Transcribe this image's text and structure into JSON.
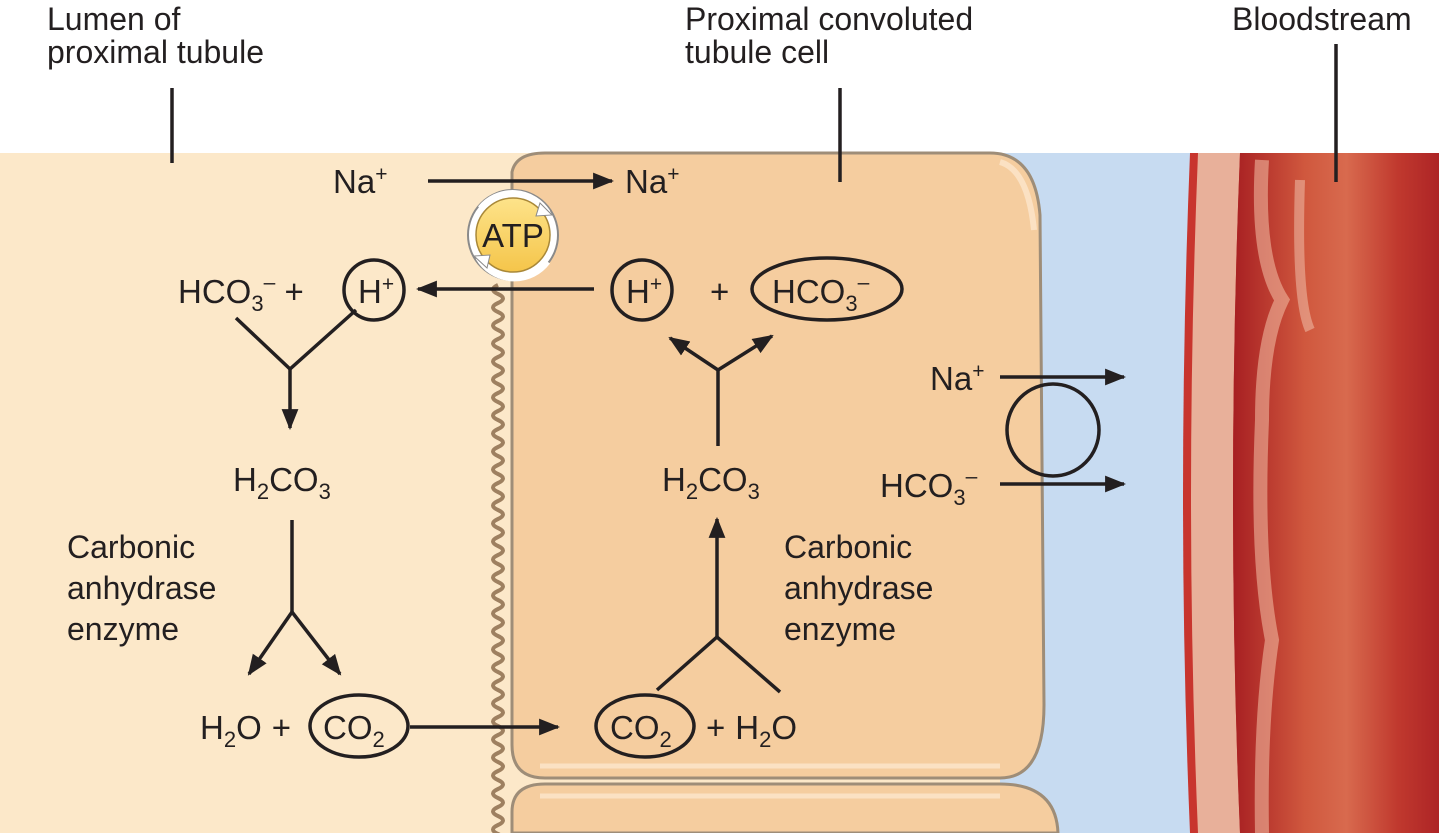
{
  "labels": {
    "lumen": [
      "Lumen of",
      "proximal tubule"
    ],
    "cell": [
      "Proximal convoluted",
      "tubule cell"
    ],
    "blood": "Bloodstream",
    "enzyme": [
      "Carbonic",
      "anhydrase",
      "enzyme"
    ]
  },
  "species": {
    "na": "Na",
    "h": "H",
    "hco3_base": "HCO",
    "h2co3_parts": [
      "H",
      "2",
      "CO",
      "3"
    ],
    "h2o_parts": [
      "H",
      "2",
      "O"
    ],
    "co2_parts": [
      "CO",
      "2"
    ],
    "plus_charge": "+",
    "minus_charge": "–",
    "sub3": "3",
    "plus": "+",
    "atp": "ATP"
  },
  "colors": {
    "lumen": "#fce8c9",
    "cell": "#f5cd9f",
    "interstitium": "#c7dbf1",
    "vessel_wall": "#e5a88c",
    "blood": "#b5292b",
    "atp": "#f9d262",
    "ink": "#231f20"
  }
}
